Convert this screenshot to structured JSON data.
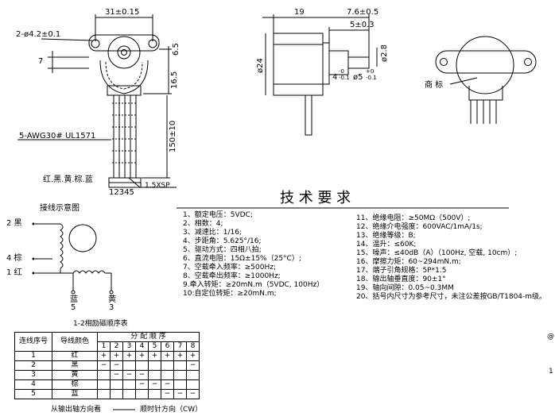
{
  "dimensions": {
    "top_width": "31±0.15",
    "holes": "2-ø4.2±0.1",
    "d7": "7",
    "d6_5": "6.5",
    "d16_5": "16.5",
    "lead_length": "150±10",
    "wire_spec": "5-AWG30# UL1571",
    "side_19": "19",
    "side_7_6": "7.6±0.5",
    "side_5": "5±0.3",
    "dia24": "ø24",
    "dia2_8": "ø2.8",
    "shaft_4": "4",
    "shaft_4_tol_top": "-0",
    "shaft_4_tol_bot": "-0.1",
    "shaft_5": "ø5",
    "shaft_5_tol_top": "+0",
    "shaft_5_tol_bot": "-0.1",
    "connector_colors": "红.黑.黄.棕.蓝",
    "connector_pins": "12345",
    "connector_pitch": "1.5XSP",
    "label_mark": "商 标"
  },
  "title": "技 术 要 求",
  "wiring": {
    "title": "接线示意图",
    "l2": "2 黑",
    "l4": "4 棕",
    "l1": "1 红",
    "blue": "蓝",
    "blue_n": "5",
    "yellow": "黄",
    "yellow_n": "3",
    "seq_title": "1-2相励磁顺序表"
  },
  "requirements_left": [
    "1、额定电压：5VDC;",
    "2、相数：4;",
    "3、减速比：1/16;",
    "4、步距角：5.625°/16;",
    "5、驱动方式：四相八拍;",
    "6、直流电阻：15Ω±15%（25°C）;",
    "7、空载牵入频率：≥500Hz;",
    "8、空载牵出频率：≥1000Hz;",
    "9.牵入转矩：≥20mN.m（5VDC, 100Hz）",
    "10:自定位转矩：≥20mN.m;"
  ],
  "requirements_right": [
    "11、绝缘电阻：≥50MΩ（500V）;",
    "12、绝缘介电强度：600VAC/1mA/1s;",
    "13、绝缘等级：B;",
    "14、温升：≤60K;",
    "15、噪声：≤40dB（A）（100Hz, 空载, 10cm）;",
    "16、摩擦力矩：60~294mN.m;",
    "17、端子引角规格：5P*1.5",
    "18、输出轴垂直度：90±1°",
    "19、轴向间隙：0.05~0.3MM",
    "20、括号内尺寸为参考尺寸，未注公差按GB/T1804-m级。"
  ],
  "table": {
    "col_wire": "连线序号",
    "col_color": "导线颜色",
    "col_seq": "分 配 顺 序",
    "steps": [
      "1",
      "2",
      "3",
      "4",
      "5",
      "6",
      "7",
      "8"
    ],
    "rows": [
      {
        "no": "1",
        "color": "红",
        "cells": [
          "+",
          "+",
          "+",
          "+",
          "+",
          "+",
          "+",
          "+"
        ]
      },
      {
        "no": "2",
        "color": "黑",
        "cells": [
          "−",
          "−",
          "",
          "",
          "",
          "",
          "",
          "−"
        ]
      },
      {
        "no": "3",
        "color": "黄",
        "cells": [
          "",
          "−",
          "−",
          "−",
          "",
          "",
          "",
          ""
        ]
      },
      {
        "no": "4",
        "color": "棕",
        "cells": [
          "",
          "",
          "",
          "−",
          "−",
          "−",
          "",
          ""
        ]
      },
      {
        "no": "5",
        "color": "蓝",
        "cells": [
          "",
          "",
          "",
          "",
          "",
          "−",
          "−",
          "−"
        ]
      }
    ]
  },
  "direction": {
    "left": "从输出轴方向看",
    "right": "顺时针方向（CW）"
  },
  "edge_marks": {
    "a": "@",
    "b": "1"
  }
}
